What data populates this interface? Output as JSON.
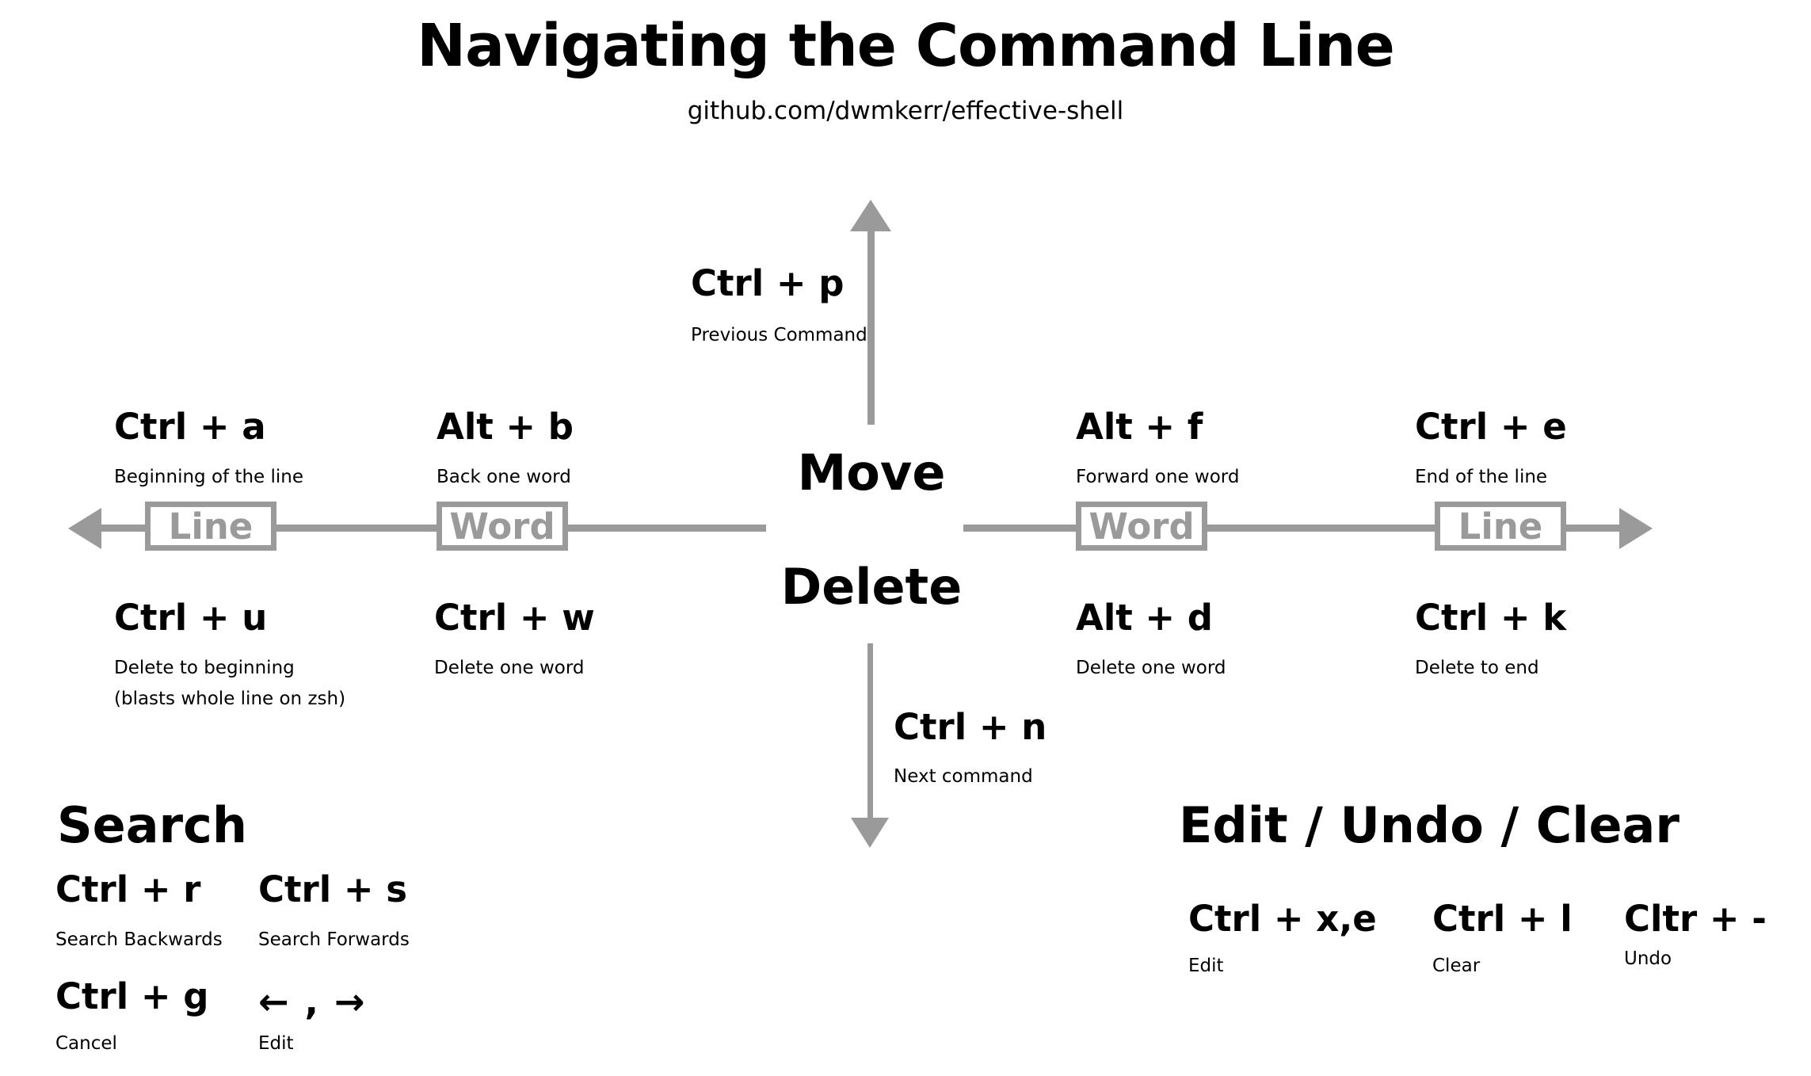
{
  "header": {
    "title": "Navigating the Command Line",
    "subtitle": "github.com/dwmkerr/effective-shell"
  },
  "colors": {
    "axis_gray": "#9a9a9a",
    "text_black": "#000000",
    "background": "#ffffff"
  },
  "center": {
    "move_label": "Move",
    "delete_label": "Delete"
  },
  "vertical_axis": {
    "up": {
      "combo": "Ctrl + p",
      "desc": "Previous Command",
      "icon": "arrow-up-icon"
    },
    "down": {
      "combo": "Ctrl + n",
      "desc": "Next command",
      "icon": "arrow-down-icon"
    }
  },
  "axis_boxes": {
    "left_line": "Line",
    "left_word": "Word",
    "right_word": "Word",
    "right_line": "Line"
  },
  "move_row": [
    {
      "combo": "Ctrl + a",
      "desc": "Beginning of the line"
    },
    {
      "combo": "Alt + b",
      "desc": "Back one word"
    },
    {
      "combo": "Alt + f",
      "desc": "Forward one word"
    },
    {
      "combo": "Ctrl + e",
      "desc": "End of the line"
    }
  ],
  "delete_row": [
    {
      "combo": "Ctrl + u",
      "desc": "Delete to beginning",
      "desc2": "(blasts whole line on zsh)"
    },
    {
      "combo": "Ctrl + w",
      "desc": "Delete one word",
      "desc2": ""
    },
    {
      "combo": "Alt + d",
      "desc": "Delete one word",
      "desc2": ""
    },
    {
      "combo": "Ctrl + k",
      "desc": "Delete to end",
      "desc2": ""
    }
  ],
  "search": {
    "heading": "Search",
    "items": [
      {
        "combo": "Ctrl + r",
        "desc": "Search Backwards"
      },
      {
        "combo": "Ctrl + s",
        "desc": "Search Forwards"
      },
      {
        "combo": "Ctrl + g",
        "desc": "Cancel"
      },
      {
        "combo": "← , →",
        "desc": "Edit"
      }
    ]
  },
  "edit_undo_clear": {
    "heading": "Edit / Undo / Clear",
    "items": [
      {
        "combo": "Ctrl + x,e",
        "desc": "Edit"
      },
      {
        "combo": "Ctrl + l",
        "desc": "Clear"
      },
      {
        "combo": "Cltr + -",
        "desc": "Undo"
      }
    ]
  }
}
